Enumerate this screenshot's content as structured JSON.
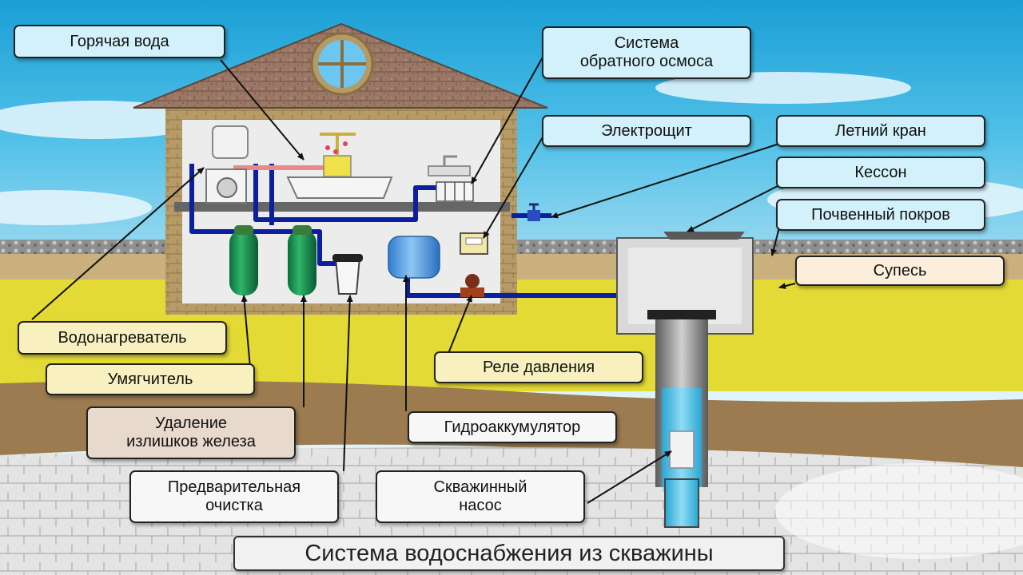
{
  "title": "Система водоснабжения из скважины",
  "labels": {
    "hot_water": "Горячая вода",
    "reverse_osmosis": "Система\nобратного осмоса",
    "electrical_panel": "Электрощит",
    "summer_tap": "Летний кран",
    "caisson": "Кессон",
    "topsoil": "Почвенный покров",
    "sandy_loam": "Супесь",
    "water_heater": "Водонагреватель",
    "softener": "Умягчитель",
    "iron_removal": "Удаление\nизлишков железа",
    "pre_filter": "Предварительная\nочистка",
    "pressure_switch": "Реле давления",
    "accumulator": "Гидроаккумулятор",
    "well_pump": "Скважинный\nнасос"
  },
  "colors": {
    "sky": "#3fb4e0",
    "pipe_cold": "#0c1f9e",
    "pipe_hot": "#e88a8a",
    "sand_layer": "#e5dc36",
    "clay_layer": "#9a7a4d",
    "stone_layer": "#e6e6e6",
    "roof": "#9b7a68",
    "brick": "#b49a66"
  }
}
